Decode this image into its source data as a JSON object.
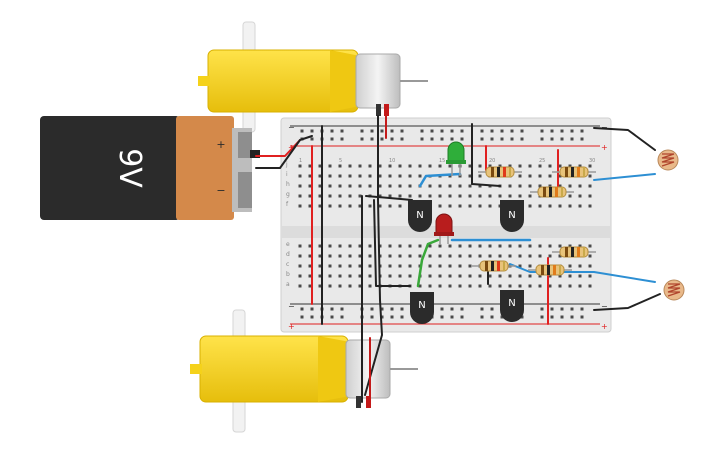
{
  "battery": {
    "label": "9V",
    "plus": "+",
    "minus": "−",
    "body_color": "#2b2b2b",
    "cap_color": "#d4894a"
  },
  "breadboard": {
    "columns_top": [
      "1",
      "5",
      "10",
      "15",
      "20",
      "25",
      "30"
    ],
    "row_labels_top": [
      "j",
      "i",
      "h",
      "g",
      "f"
    ],
    "row_labels_bottom": [
      "e",
      "d",
      "c",
      "b",
      "a"
    ],
    "rail_plus": "+",
    "rail_minus": "−"
  },
  "transistors": {
    "t1": {
      "label": "N"
    },
    "t2": {
      "label": "N"
    },
    "t3": {
      "label": "N"
    },
    "t4": {
      "label": "N"
    }
  },
  "leds": {
    "green": {
      "color": "#2fae3a"
    },
    "red": {
      "color": "#b81d1d"
    }
  },
  "colors": {
    "motor_yellow": "#f5d21a",
    "wire_black": "#222222",
    "wire_red": "#e02020",
    "wire_blue": "#2d8fd3",
    "wire_green": "#3aa83a",
    "board": "#e9e9e9"
  }
}
